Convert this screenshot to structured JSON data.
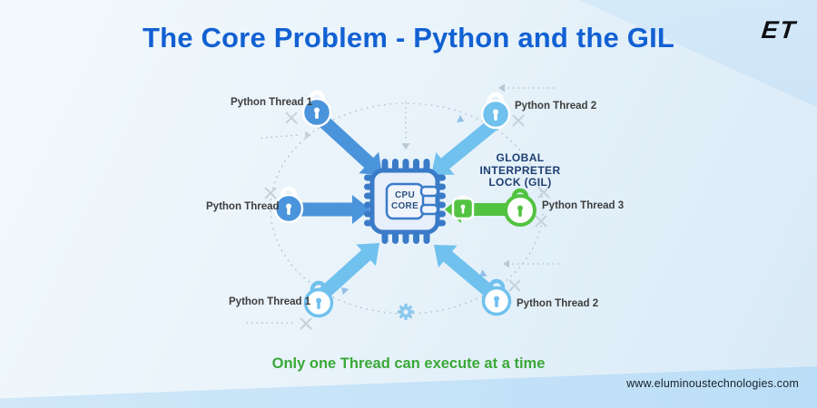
{
  "header": {
    "title": "The Core Problem - Python and the GIL",
    "logo_text": "ET"
  },
  "diagram": {
    "chip_label": "CPU\nCORE",
    "gil_label": "GLOBAL\nINTERPRETER\nLOCK (GIL)",
    "threads": {
      "top_left": {
        "label": "Python Thread 1"
      },
      "top_right": {
        "label": "Python Thread 2"
      },
      "left": {
        "label": "Python Thread"
      },
      "right": {
        "label": "Python Thread 3"
      },
      "bottom_left": {
        "label": "Python Thread 1"
      },
      "bottom_right": {
        "label": "Python Thread 2"
      }
    },
    "icons": {
      "lock": "padlock-icon",
      "gear": "gear-icon",
      "cross": "x-mark-icon",
      "cpu": "cpu-chip-icon"
    }
  },
  "footer": {
    "caption": "Only one Thread can execute at a time",
    "website": "www.eluminoustechnologies.com"
  },
  "colors": {
    "title_blue": "#1261d3",
    "caption_green": "#3aa838",
    "thread_blue_medium": "#4a94dc",
    "thread_blue_light": "#70c1ee",
    "gil_green": "#52c341",
    "chip_blue": "#3a7bc8",
    "chip_fill": "#e6effa",
    "gil_text_navy": "#1e3f72",
    "label_gray": "#3d3d3d",
    "dotted_gray": "#bac7d4",
    "cross_gray": "#c6d1db",
    "gear_blue": "#8cc8ee"
  }
}
